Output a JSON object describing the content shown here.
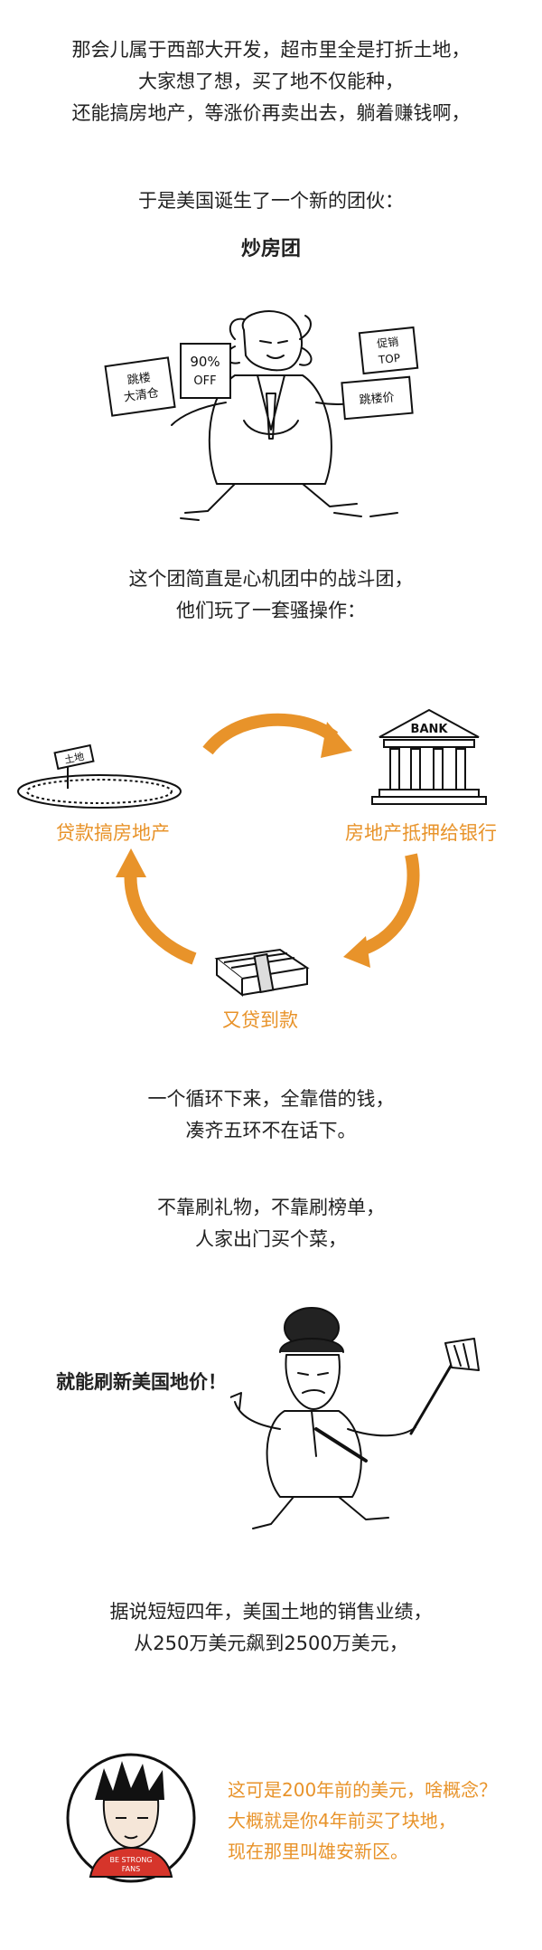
{
  "intro": {
    "line1": "那会儿属于西部大开发，超市里全是打折土地，",
    "line2": "大家想了想，买了地不仅能种，",
    "line3": "还能搞房地产，等涨价再卖出去，躺着赚钱啊，"
  },
  "gang": {
    "line": "于是美国诞生了一个新的团伙：",
    "title": "炒房团"
  },
  "illustration1": {
    "sign_left": "跳楼 大清仓",
    "sign_middle_1": "90%",
    "sign_middle_2": "OFF",
    "sign_right_top_1": "促销",
    "sign_right_top_2": "TOP",
    "sign_right_bottom": "跳楼价"
  },
  "ops": {
    "line1": "这个团简直是心机团中的战斗团，",
    "line2": "他们玩了一套骚操作："
  },
  "cycle": {
    "label_left": "贷款搞房地产",
    "label_right": "房地产抵押给银行",
    "label_bottom": "又贷到款",
    "bank_text": "BANK",
    "land_sign": "土地"
  },
  "loop": {
    "line1": "一个循环下来，全靠借的钱，",
    "line2": "凑齐五环不在话下。"
  },
  "buy": {
    "line1": "不靠刷礼物，不靠刷榜单，",
    "line2": "人家出门买个菜，"
  },
  "refresh": {
    "text": "就能刷新美国地价！"
  },
  "sales": {
    "line1": "据说短短四年，美国土地的销售业绩，",
    "line2": "从250万美元飙到2500万美元，"
  },
  "note": {
    "line1": "这可是200年前的美元，啥概念？",
    "line2": "大概就是你4年前买了块地，",
    "line3": "现在那里叫雄安新区。",
    "shirt_text_1": "BE STRONG",
    "shirt_text_2": "FANS"
  },
  "colors": {
    "accent": "#e8932a",
    "text": "#222222"
  }
}
